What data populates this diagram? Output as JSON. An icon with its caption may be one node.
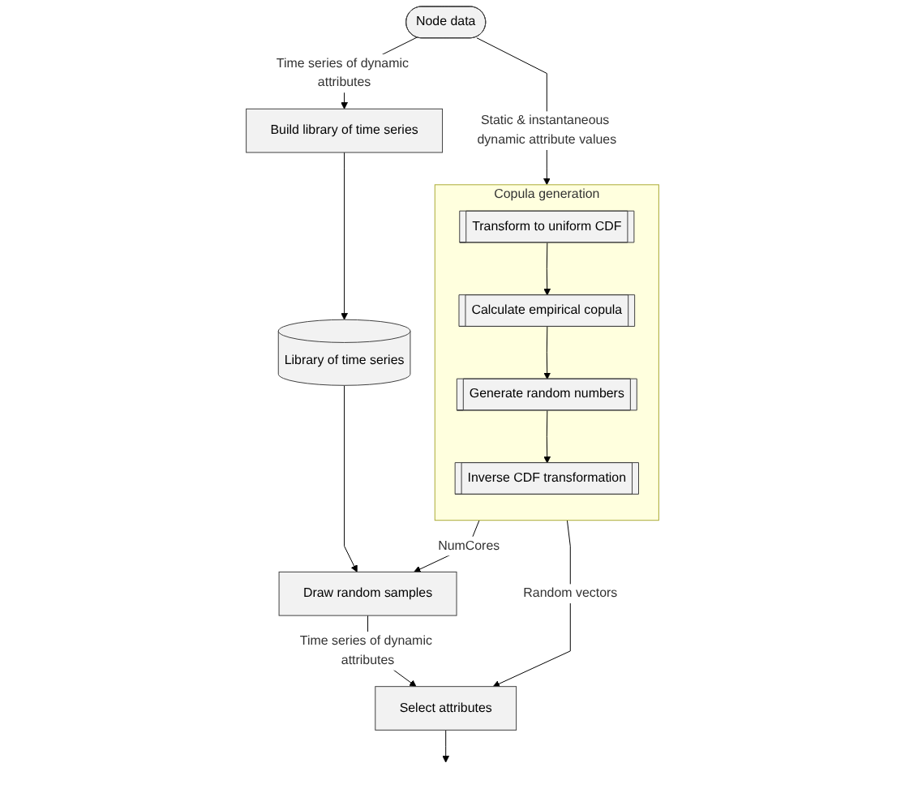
{
  "diagram": {
    "nodes": [
      {
        "text": [
          "Node data"
        ]
      },
      {
        "text": [
          "Copula generation"
        ]
      },
      {
        "text": [
          "Transform to uniform CDF"
        ],
        "in": 1
      },
      {
        "text": [
          "Calculate empirical copula"
        ],
        "in": 1
      },
      {
        "text": [
          "Generate random numbers"
        ],
        "in": 1
      },
      {
        "text": [
          "Inverse CDF transformation"
        ],
        "in": 1
      },
      {
        "text": [
          "Build library of time series"
        ]
      },
      {
        "text": [
          "Library of time series"
        ]
      },
      {
        "text": [
          "Draw random samples"
        ]
      },
      {
        "text": [
          "Select attributes"
        ]
      }
    ],
    "edges": [
      {
        "from": 0,
        "to": 1,
        "arrow": "to",
        "label": "Static & instantaneous dynamic attribute values"
      },
      {
        "from": 0,
        "to": 6,
        "arrow": "to",
        "label": "Time series of dynamic attributes"
      },
      {
        "from": 2,
        "to": 3,
        "arrow": "to"
      },
      {
        "from": 3,
        "to": 4,
        "arrow": "to"
      },
      {
        "from": 4,
        "to": 5,
        "arrow": "to"
      },
      {
        "from": 6,
        "to": 7,
        "arrow": "to"
      },
      {
        "from": 7,
        "to": 8,
        "arrow": "to"
      },
      {
        "from": 1,
        "to": 9,
        "arrow": "to",
        "label": "Random vectors"
      },
      {
        "from": 1,
        "to": 8,
        "arrow": "to",
        "label": "NumCores"
      },
      {
        "from": 8,
        "to": 9,
        "arrow": "to",
        "label": "Time series of dynamic attributes"
      },
      {
        "from": 9,
        "to": null,
        "arrow": "to"
      }
    ]
  }
}
